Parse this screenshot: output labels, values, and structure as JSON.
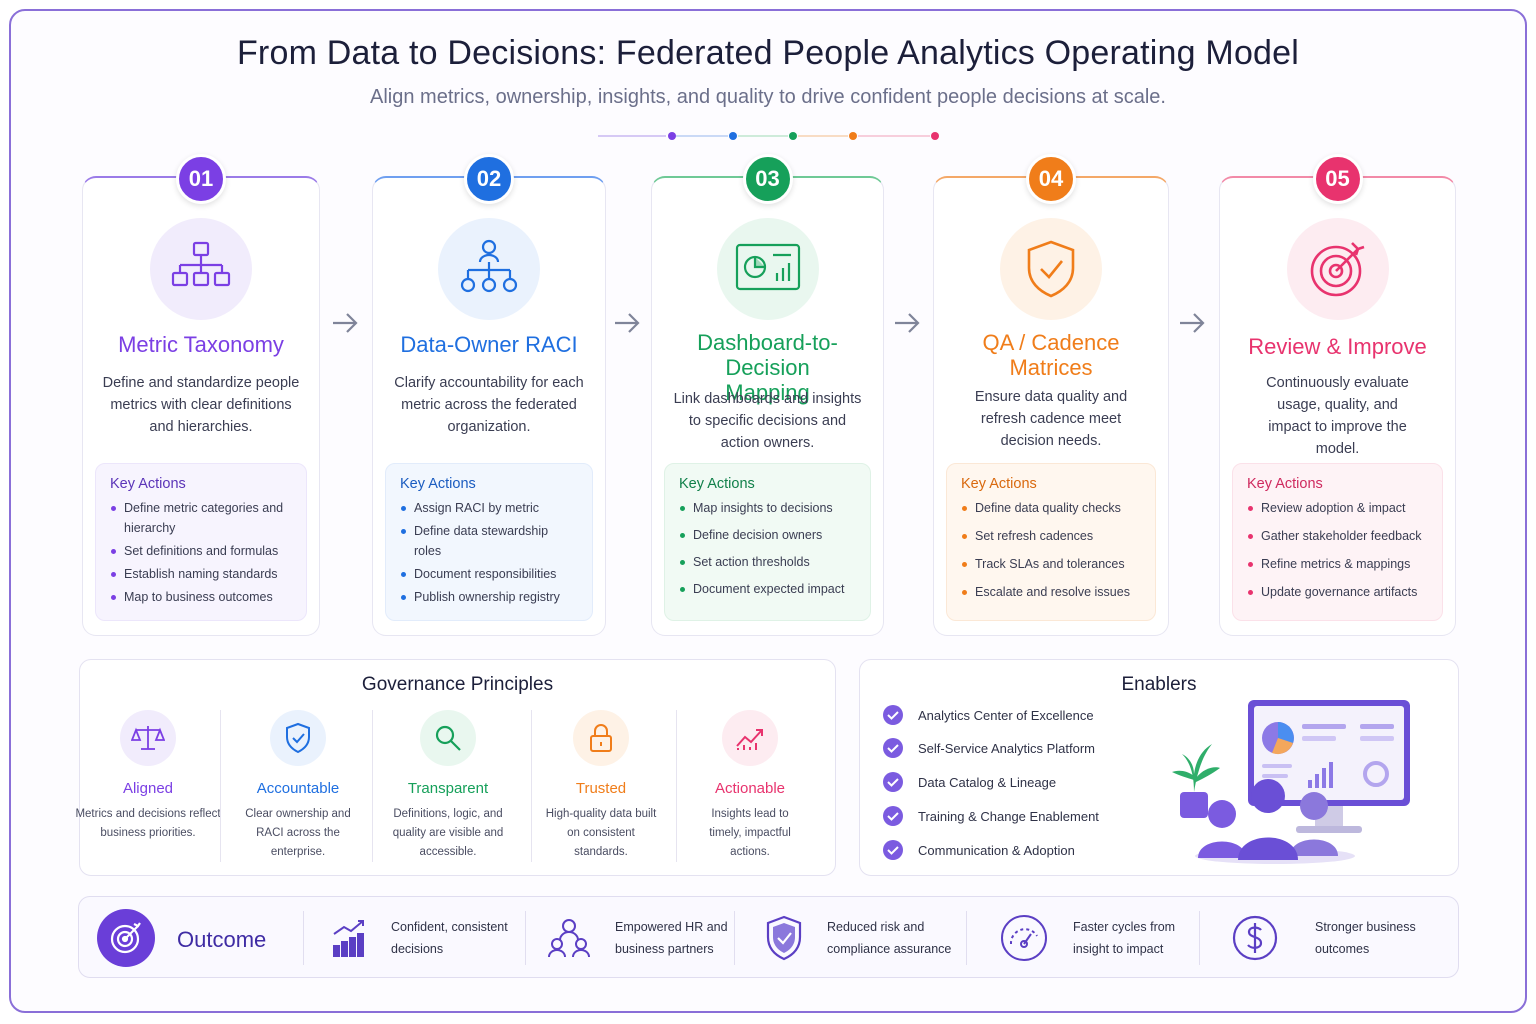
{
  "header": {
    "title": "From Data to Decisions: Federated People Analytics Operating Model",
    "subtitle": "Align metrics, ownership, insights, and quality to drive confident people decisions at scale."
  },
  "colors": {
    "step1": "#7b3fe4",
    "step2": "#1f6fe0",
    "step3": "#16a05a",
    "step4": "#f07d1a",
    "step5": "#e8336e",
    "outcome": "#6a3ed8"
  },
  "steps": [
    {
      "number": "01",
      "icon": "hierarchy-icon",
      "title": "Metric Taxonomy",
      "description": "Define and standardize people metrics with clear definitions and hierarchies.",
      "key_title": "Key Actions",
      "actions": [
        "Define metric categories and hierarchy",
        "Set definitions and formulas",
        "Establish naming standards",
        "Map to business outcomes"
      ]
    },
    {
      "number": "02",
      "icon": "org-chart-icon",
      "title": "Data-Owner RACI",
      "description": "Clarify accountability for each metric across the federated organization.",
      "key_title": "Key Actions",
      "actions": [
        "Assign RACI by metric",
        "Define data stewardship roles",
        "Document responsibilities",
        "Publish ownership registry"
      ]
    },
    {
      "number": "03",
      "icon": "dashboard-icon",
      "title": "Dashboard-to-Decision Mapping",
      "description": "Link dashboards and insights to specific decisions and action owners.",
      "key_title": "Key Actions",
      "actions": [
        "Map insights to decisions",
        "Define decision owners",
        "Set action thresholds",
        "Document expected impact"
      ]
    },
    {
      "number": "04",
      "icon": "shield-check-icon",
      "title": "QA / Cadence Matrices",
      "description": "Ensure data quality and refresh cadence meet decision needs.",
      "key_title": "Key Actions",
      "actions": [
        "Define data quality checks",
        "Set refresh cadences",
        "Track SLAs and tolerances",
        "Escalate and resolve issues"
      ]
    },
    {
      "number": "05",
      "icon": "target-icon",
      "title": "Review & Improve",
      "description": "Continuously evaluate usage, quality, and impact to improve the model.",
      "key_title": "Key Actions",
      "actions": [
        "Review adoption & impact",
        "Gather stakeholder feedback",
        "Refine metrics & mappings",
        "Update governance artifacts"
      ]
    }
  ],
  "governance": {
    "title": "Governance Principles",
    "principles": [
      {
        "name": "Aligned",
        "icon": "scales-icon",
        "description": "Metrics and decisions reflect business priorities."
      },
      {
        "name": "Accountable",
        "icon": "shield-icon",
        "description": "Clear ownership and RACI across the enterprise."
      },
      {
        "name": "Transparent",
        "icon": "magnifier-icon",
        "description": "Definitions, logic, and quality are visible and accessible."
      },
      {
        "name": "Trusted",
        "icon": "lock-icon",
        "description": "High-quality data built on consistent standards."
      },
      {
        "name": "Actionable",
        "icon": "trend-up-icon",
        "description": "Insights lead to timely, impactful actions."
      }
    ]
  },
  "enablers": {
    "title": "Enablers",
    "items": [
      "Analytics Center of Excellence",
      "Self-Service Analytics Platform",
      "Data Catalog & Lineage",
      "Training & Change Enablement",
      "Communication & Adoption"
    ]
  },
  "outcome": {
    "label": "Outcome",
    "items": [
      {
        "icon": "bar-chart-icon",
        "line1": "Confident, consistent",
        "line2": "decisions"
      },
      {
        "icon": "people-icon",
        "line1": "Empowered HR and",
        "line2": "business partners"
      },
      {
        "icon": "shield-check-icon",
        "line1": "Reduced risk and",
        "line2": "compliance assurance"
      },
      {
        "icon": "speedometer-icon",
        "line1": "Faster cycles from",
        "line2": "insight to impact"
      },
      {
        "icon": "dollar-icon",
        "line1": "Stronger business",
        "line2": "outcomes"
      }
    ]
  }
}
